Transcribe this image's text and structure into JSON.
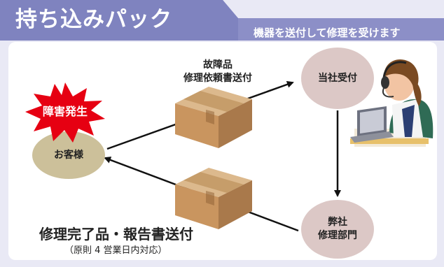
{
  "header": {
    "title": "持ち込みパック",
    "subtitle": "機器を送付して修理を受けます"
  },
  "nodes": {
    "customer": "お客様",
    "incident_badge": "障害発生",
    "reception": "当社受付",
    "repair_dept_line1": "弊社",
    "repair_dept_line2": "修理部門"
  },
  "edges": {
    "send_line1": "故障品",
    "send_line2": "修理依頼書送付",
    "return_label": "修理完了品・報告書送付",
    "return_note": "（原則 4 営業日内対応）"
  },
  "colors": {
    "header_purple": "#8c8fc7",
    "header_dark": "#6f73b3",
    "background_lavender": "#e9e9f5",
    "panel_white": "#ffffff",
    "node_tan": "#ccc09a",
    "node_mauve": "#dcc8c6",
    "burst_red": "#e60012",
    "box_brown": "#c79a6b"
  },
  "icons": {
    "box": "cardboard-box-icon",
    "operator": "headset-operator-icon",
    "burst": "explosion-burst-icon"
  }
}
